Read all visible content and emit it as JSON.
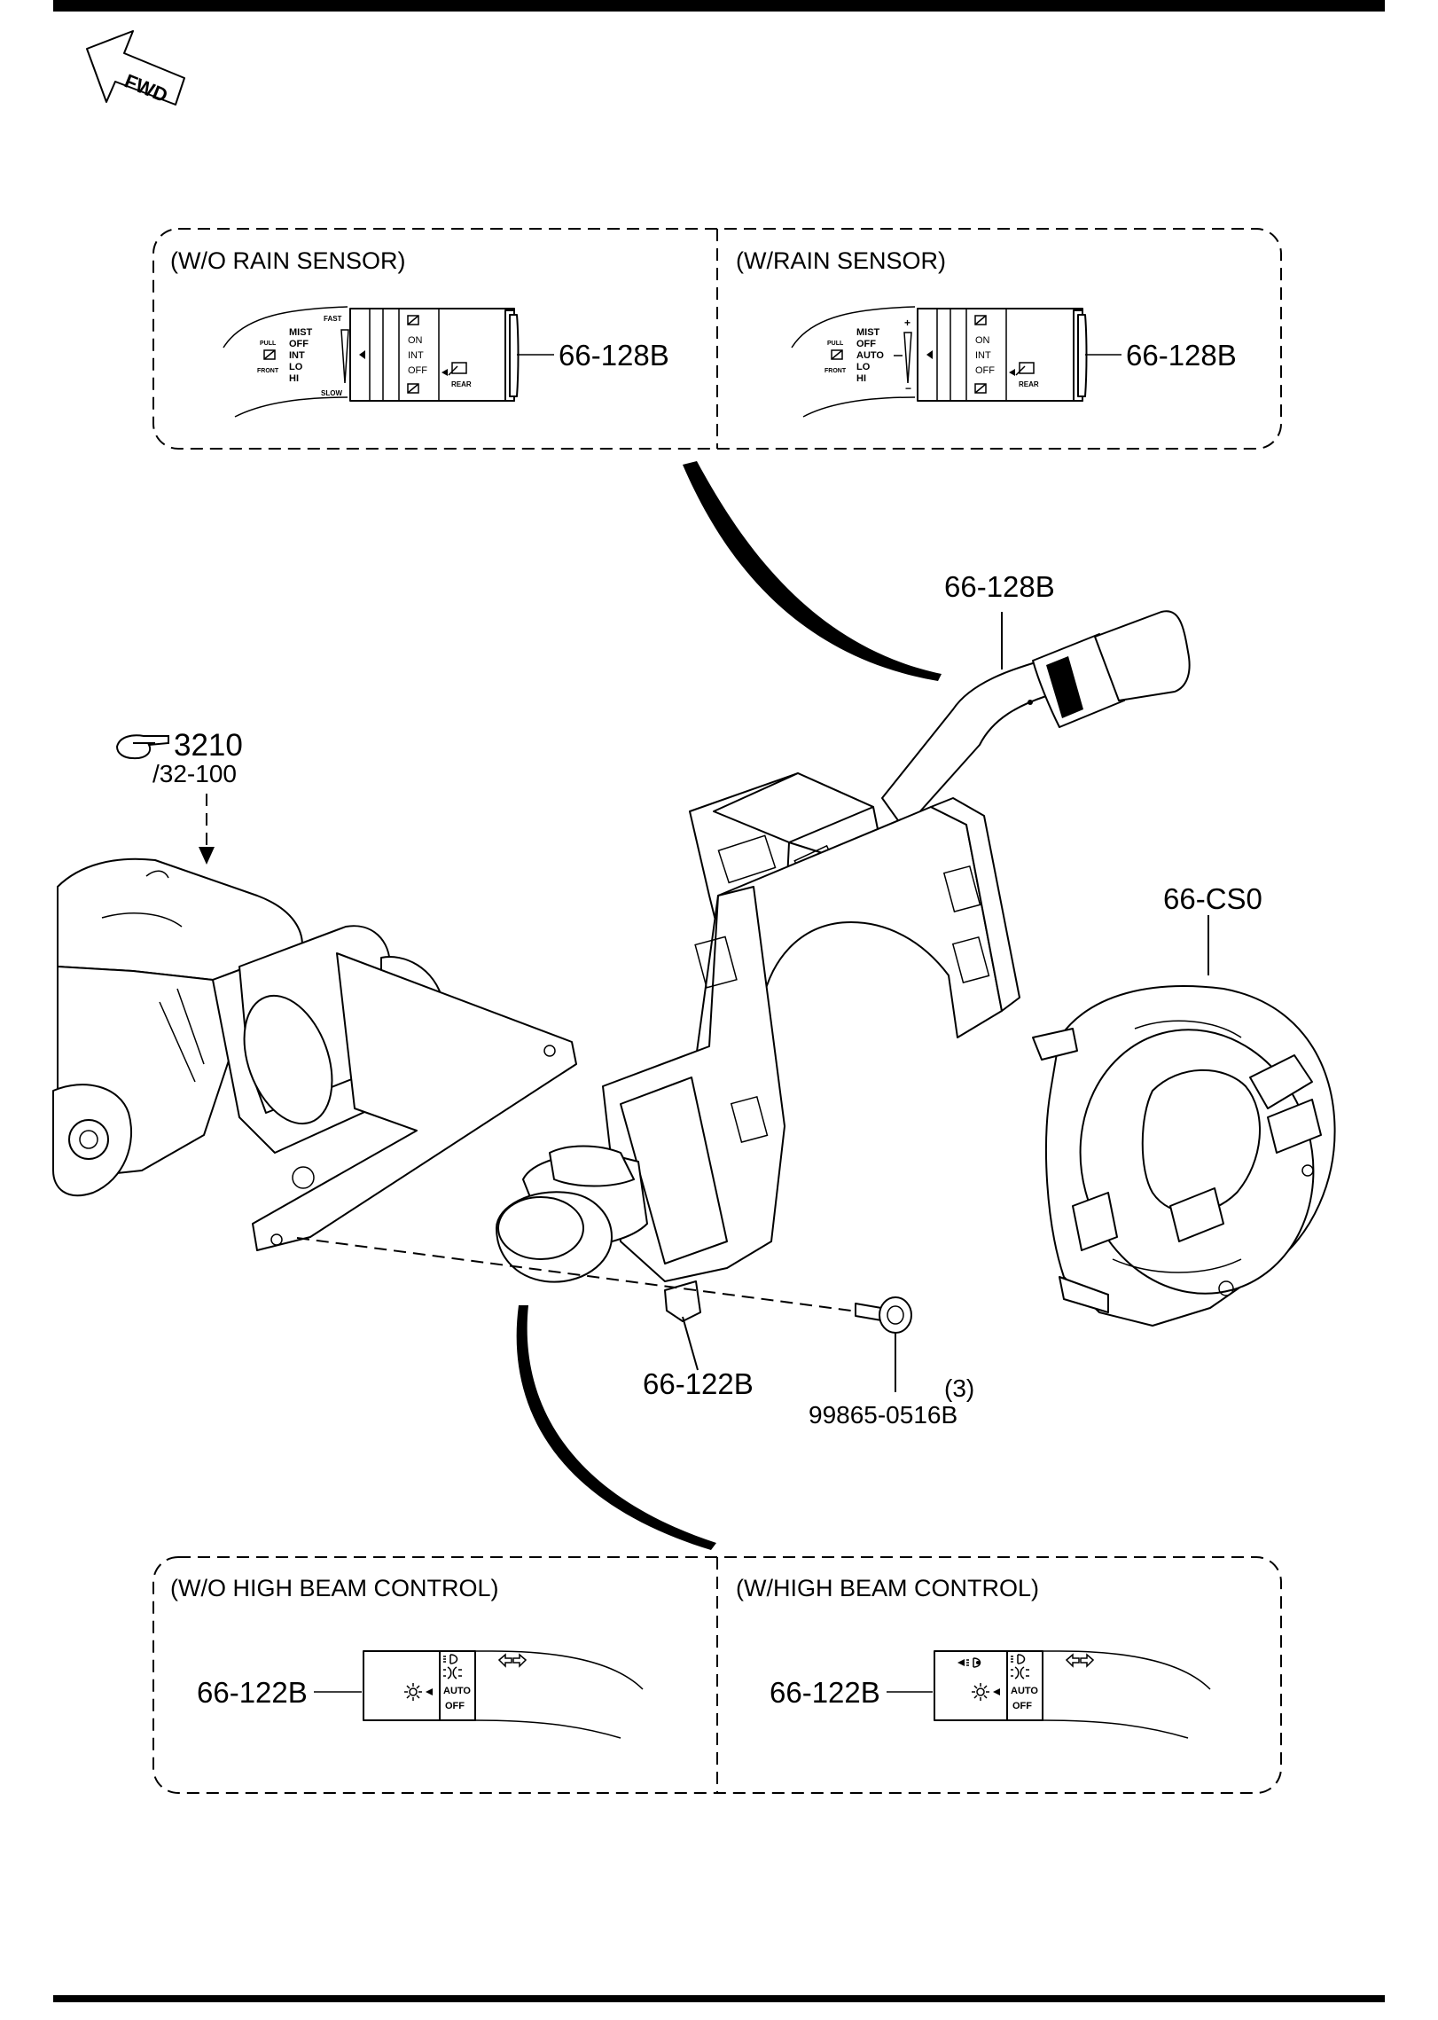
{
  "fwd_label": "FWD",
  "top_panel": {
    "left_caption": "(W/O RAIN SENSOR)",
    "right_caption": "(W/RAIN SENSOR)",
    "left_part": "66-128B",
    "right_part": "66-128B",
    "left_switch": {
      "pull": "PULL",
      "front": "FRONT",
      "modes": [
        "MIST",
        "OFF",
        "INT",
        "LO",
        "HI"
      ],
      "fast": "FAST",
      "slow": "SLOW",
      "rear_modes": [
        "ON",
        "INT",
        "OFF"
      ],
      "rear": "REAR"
    },
    "right_switch": {
      "pull": "PULL",
      "front": "FRONT",
      "modes": [
        "MIST",
        "OFF",
        "AUTO",
        "LO",
        "HI"
      ],
      "plus": "+",
      "minus": "−",
      "rear_modes": [
        "ON",
        "INT",
        "OFF"
      ],
      "rear": "REAR"
    }
  },
  "callouts": {
    "wiper_lever": "66-128B",
    "ref_number": "3210",
    "ref_sub": "/32-100",
    "clock_spring": "66-CS0",
    "combination_switch": "66-122B",
    "bolt": "99865-0516B",
    "bolt_qty": "(3)"
  },
  "bottom_panel": {
    "left_caption": "(W/O HIGH BEAM CONTROL)",
    "right_caption": "(W/HIGH BEAM CONTROL)",
    "left_part": "66-122B",
    "right_part": "66-122B",
    "switch_labels": {
      "auto": "AUTO",
      "off": "OFF"
    }
  }
}
